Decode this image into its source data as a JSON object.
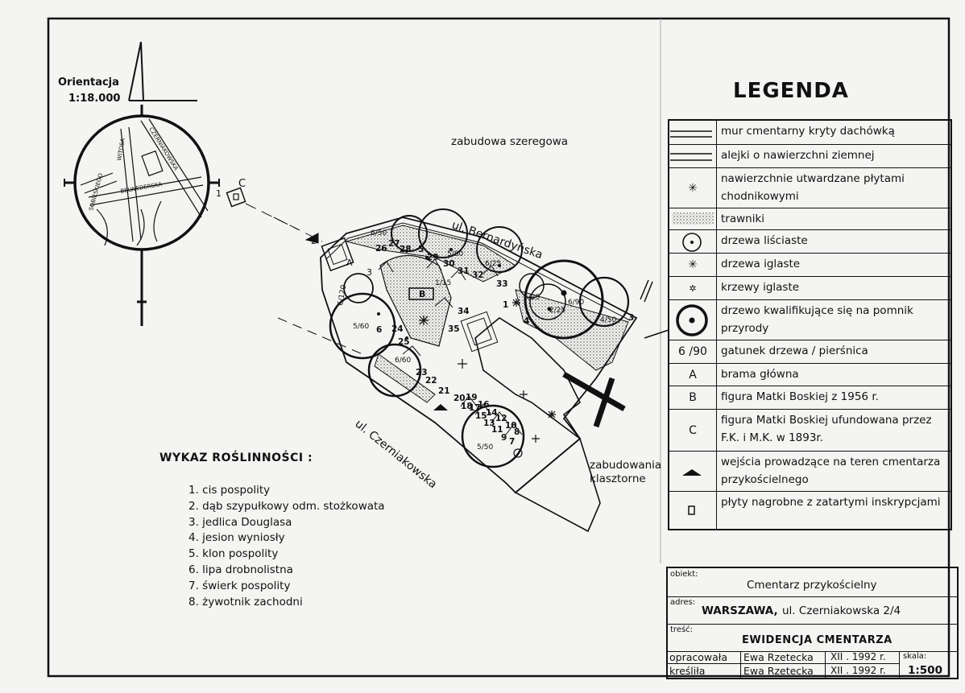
{
  "orientation": {
    "title": "Orientacja",
    "scale": "1:18.000"
  },
  "inset_streets": [
    "SOBIESKIEGO",
    "WITOSA",
    "CZERNIAKOWSKA",
    "BELWEDERSKA"
  ],
  "map_labels": {
    "north_west": "zabudowa szeregowa",
    "street_north": "ul. Bernardyńska",
    "street_south": "ul. Czerniakowska",
    "monastery_line1": "zabudowania",
    "monastery_line2": "klasztorne",
    "gate_a": "A",
    "figure_b": "B",
    "figure_c": "C",
    "arrow_1": "1",
    "arrow_2": "2",
    "arrow_3": "3"
  },
  "tree_labels": [
    "6/50",
    "6/25",
    "5/80",
    "6/25",
    "6/90",
    "4/50",
    "6/120",
    "5/60",
    "6/60",
    "5/50",
    "2/25",
    "1/15"
  ],
  "tree_numbers": [
    "26",
    "27",
    "28",
    "5",
    "29",
    "30",
    "31",
    "32",
    "33",
    "34",
    "35",
    "24",
    "6",
    "25",
    "23",
    "22",
    "21",
    "20",
    "19",
    "18",
    "17",
    "16",
    "15",
    "14",
    "13",
    "12",
    "11",
    "10",
    "9",
    "8",
    "7",
    "1",
    "4",
    "3"
  ],
  "legend": {
    "title": "LEGENDA",
    "rows": [
      {
        "symbol": "",
        "text": "mur cmentarny kryty dachówką"
      },
      {
        "symbol": "",
        "text": "alejki o nawierzchni ziemnej"
      },
      {
        "symbol": "✳",
        "text": "nawierzchnie utwardzane płytami chodnikowymi"
      },
      {
        "symbol": "",
        "text": "trawniki"
      },
      {
        "symbol": "",
        "text": "drzewa liściaste"
      },
      {
        "symbol": "✳",
        "text": "drzewa iglaste"
      },
      {
        "symbol": "✲",
        "text": "krzewy iglaste"
      },
      {
        "symbol": "",
        "text": "drzewo kwalifikujące się na pomnik przyrody"
      },
      {
        "symbol": "6 /90",
        "text": "gatunek drzewa / pierśnica"
      },
      {
        "symbol": "A",
        "text": "brama główna"
      },
      {
        "symbol": "B",
        "text": "figura Matki Boskiej z 1956 r."
      },
      {
        "symbol": "C",
        "text": "figura Matki Boskiej ufundowana przez F.K. i M.K. w 1893r."
      },
      {
        "symbol": "",
        "text": "wejścia prowadzące na teren cmentarza przykościelnego"
      },
      {
        "symbol": "",
        "text": "płyty nagrobne z zatartymi inskrypcjami"
      }
    ]
  },
  "plants": {
    "title": "WYKAZ ROŚLINNOŚCI :",
    "items": [
      "1. cis pospolity",
      "2. dąb szypułkowy odm. stożkowata",
      "3. jedlica Douglasa",
      "4. jesion wyniosły",
      "5. klon pospolity",
      "6. lipa drobnolistna",
      "7. świerk pospolity",
      "8. żywotnik zachodni"
    ]
  },
  "title_block": {
    "object_label": "obiekt:",
    "object_value": "Cmentarz przykościelny",
    "address_label": "adres:",
    "address_city": "WARSZAWA,",
    "address_street": "ul. Czerniakowska 2/4",
    "content_label": "treść:",
    "content_value": "EWIDENCJA CMENTARZA",
    "prepared_label": "opracowała",
    "prepared_name": "Ewa Rzetecka",
    "prepared_date": "XII . 1992 r.",
    "drawn_label": "kreśliła",
    "drawn_name": "Ewa Rzetecka",
    "drawn_date": "XII . 1992 r.",
    "scale_label": "skala:",
    "scale_value": "1:500"
  }
}
